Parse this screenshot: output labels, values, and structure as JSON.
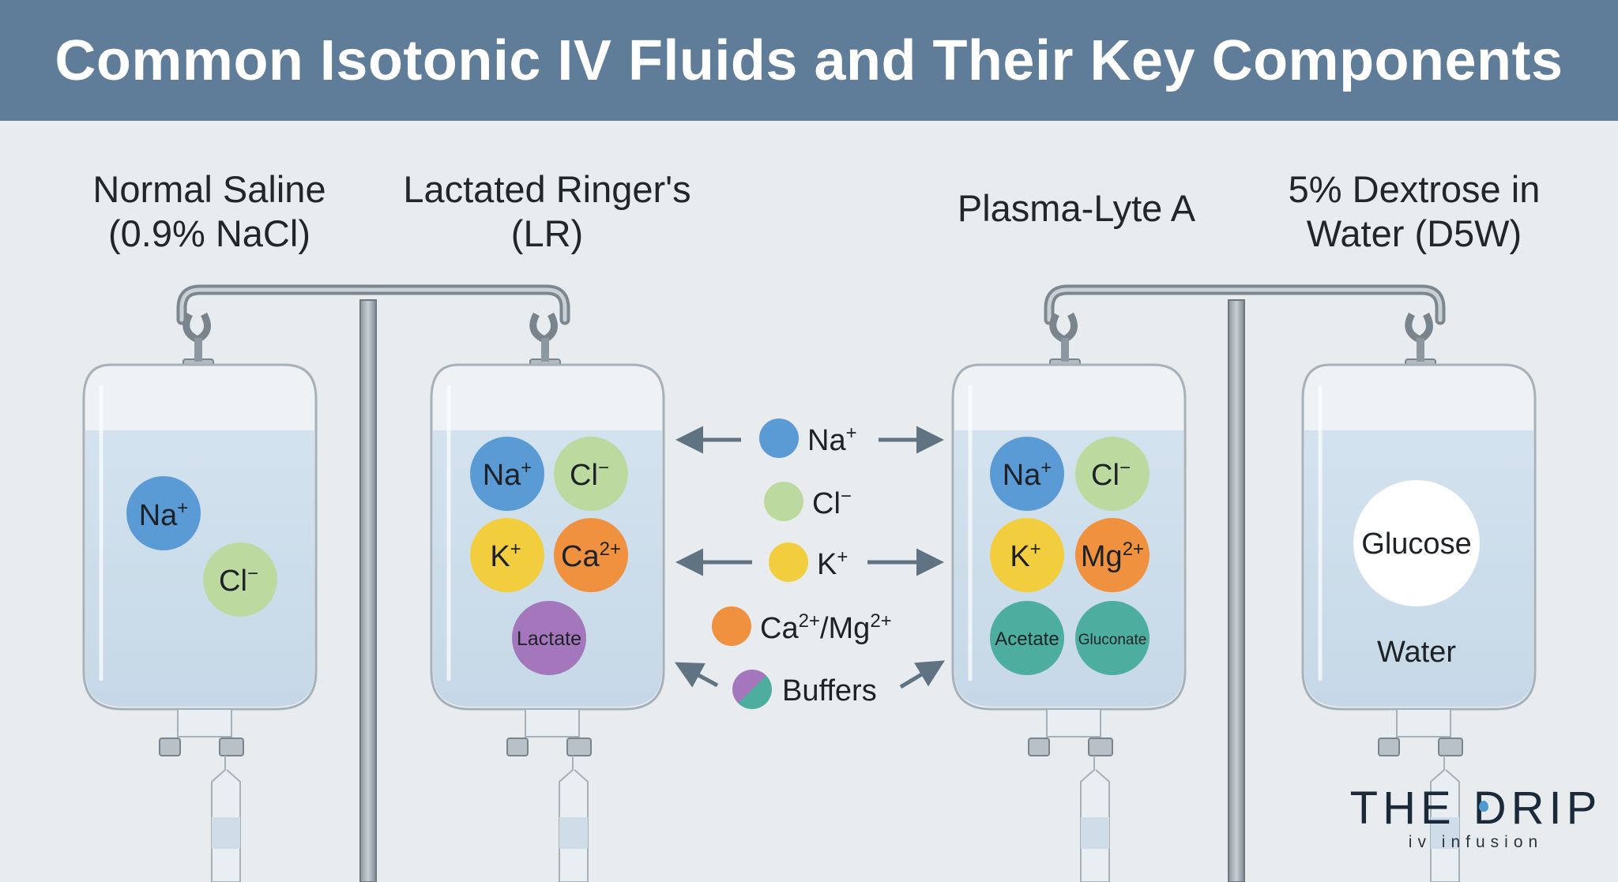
{
  "title": "Common Isotonic IV Fluids and Their Key Components",
  "fluids": [
    {
      "line1": "Normal Saline",
      "line2": "(0.9% NaCl)"
    },
    {
      "line1": "Lactated Ringer's",
      "line2": "(LR)"
    },
    {
      "line1": "Plasma-Lyte A",
      "line2": ""
    },
    {
      "line1": "5% Dextrose in",
      "line2": "Water (D5W)"
    }
  ],
  "ions": {
    "na": {
      "base": "Na",
      "sup": "+"
    },
    "cl": {
      "base": "Cl",
      "sup": "−"
    },
    "k": {
      "base": "K",
      "sup": "+"
    },
    "ca": {
      "base": "Ca",
      "sup": "2+"
    },
    "mg": {
      "base": "Mg",
      "sup": "2+"
    },
    "lactate": "Lactate",
    "acetate": "Acetate",
    "gluconate": "Gluconate",
    "glucose": "Glucose",
    "water": "Water"
  },
  "legend": {
    "na": {
      "base": "Na",
      "sup": "+"
    },
    "cl": {
      "base": "Cl",
      "sup": "−"
    },
    "k": {
      "base": "K",
      "sup": "+"
    },
    "camg": {
      "a": "Ca",
      "a_sup": "2+",
      "sep": "/Mg",
      "b_sup": "2+"
    },
    "buffers": "Buffers"
  },
  "colors": {
    "header": "#5f7d99",
    "sodium": "#5b9bd5",
    "chloride": "#bcdaa0",
    "potassium": "#f2ce3e",
    "calcium_magnesium": "#f0913f",
    "lactate": "#a477bd",
    "buffer_teal": "#4dae9f",
    "glucose": "#ffffff"
  },
  "logo": {
    "main": "THE DRIP",
    "sub": "iv infusion"
  }
}
